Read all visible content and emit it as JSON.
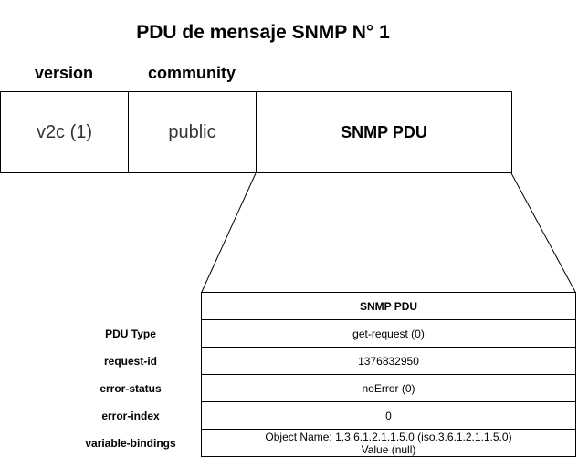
{
  "title": "PDU de mensaje SNMP N° 1",
  "headers": {
    "version": "version",
    "community": "community"
  },
  "message": {
    "version_value": "v2c (1)",
    "community_value": "public",
    "pdu_label": "SNMP PDU"
  },
  "pdu": {
    "heading": "SNMP PDU",
    "rows": [
      {
        "label": "PDU Type",
        "value": "get-request (0)"
      },
      {
        "label": "request-id",
        "value": "1376832950"
      },
      {
        "label": "error-status",
        "value": "noError (0)"
      },
      {
        "label": "error-index",
        "value": "0"
      },
      {
        "label": "variable-bindings",
        "value_line1": "Object Name: 1.3.6.1.2.1.1.5.0 (iso.3.6.1.2.1.1.5.0)",
        "value_line2": "Value (null)"
      }
    ]
  }
}
